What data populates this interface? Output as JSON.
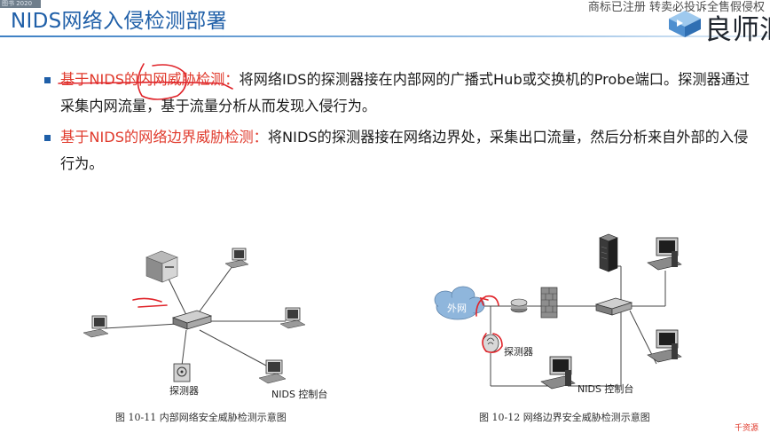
{
  "header": {
    "corner_tag": "图书 2020",
    "title": "NIDS网络入侵检测部署",
    "watermark": "商标已注册  转卖必投诉全售假侵权",
    "logo_text": "良师汇"
  },
  "colors": {
    "title_blue": "#1f5fa8",
    "highlight_red": "#e03a2c",
    "pen_red": "#e0242a",
    "cloud_blue": "#8fb6dc"
  },
  "bullets": [
    {
      "label": "基于NIDS的内网威胁检测：",
      "text": "将网络IDS的探测器接在内部网的广播式Hub或交换机的Probe端口。探测器通过采集内网流量，基于流量分析从而发现入侵行为。"
    },
    {
      "label": "基于NIDS的网络边界威胁检测：",
      "text": "将NIDS的探测器接在网络边界处，采集出口流量，然后分析来自外部的入侵行为。"
    }
  ],
  "figure_left": {
    "caption": "图 10-11    内部网络安全威胁检测示意图",
    "labels": {
      "sensor": "探测器",
      "console": "NIDS 控制台"
    },
    "icons": [
      "server-icon",
      "desktop-pc-icon",
      "switch-icon",
      "sensor-icon",
      "nids-console-icon"
    ]
  },
  "figure_right": {
    "caption": "图 10-12    网络边界安全威胁检测示意图",
    "labels": {
      "cloud": "外网",
      "sensor": "探测器",
      "console": "NIDS 控制台"
    },
    "icons": [
      "cloud-icon",
      "router-icon",
      "firewall-icon",
      "switch-icon",
      "server-icon",
      "desktop-pc-icon",
      "sensor-icon"
    ]
  },
  "footer": {
    "corner_mark": "千资源"
  }
}
